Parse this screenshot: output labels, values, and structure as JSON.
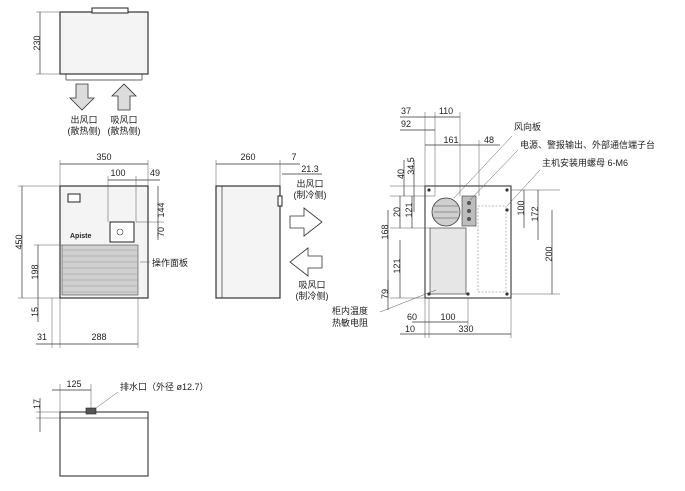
{
  "top_view": {
    "dim_height": "230",
    "arrow_out_label": "出风口",
    "arrow_out_sub": "(散热侧)",
    "arrow_in_label": "吸风口",
    "arrow_in_sub": "(散热侧)"
  },
  "front_view": {
    "dim_width": "350",
    "dim_100": "100",
    "dim_49": "49",
    "dim_144": "144",
    "dim_70": "70",
    "dim_450": "450",
    "dim_198": "198",
    "dim_15": "15",
    "dim_31": "31",
    "dim_288": "288",
    "panel_label": "操作面板",
    "brand": "Apiste"
  },
  "side_view": {
    "dim_260": "260",
    "dim_7": "7",
    "dim_21_3": "21.3",
    "out_label": "出风口",
    "out_sub": "(制冷侧)",
    "in_label": "吸风口",
    "in_sub": "(制冷侧)"
  },
  "back_view": {
    "dim_37": "37",
    "dim_110": "110",
    "dim_92": "92",
    "dim_161": "161",
    "dim_48": "48",
    "dim_40": "40",
    "dim_34_5": "34.5",
    "dim_121a": "121",
    "dim_20": "20",
    "dim_168": "168",
    "dim_121b": "121",
    "dim_79": "79",
    "dim_100v": "100",
    "dim_172": "172",
    "dim_200": "200",
    "dim_60": "60",
    "dim_100h": "100",
    "dim_10": "10",
    "dim_330": "330",
    "louver_label": "风向板",
    "terminal_label": "电源、警报输出、外部通信端子台",
    "nut_label": "主机安装用螺母 6-M6",
    "sensor_label_1": "柜内温度",
    "sensor_label_2": "热敏电阻"
  },
  "bottom_view": {
    "dim_125": "125",
    "dim_17": "17",
    "drain_label": "排水口（外径 ø12.7）"
  }
}
